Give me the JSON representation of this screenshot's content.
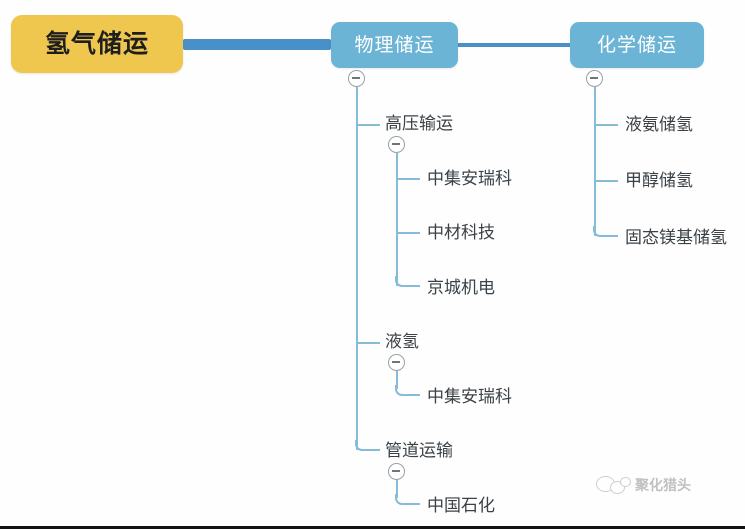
{
  "diagram": {
    "type": "mindmap",
    "orientation": "left-to-right",
    "colors": {
      "root_fill": "#efc74f",
      "root_text": "#1e1e1e",
      "level1_fill": "#6cb4d6",
      "level1_text": "#ffffff",
      "main_connector": "#4a90c8",
      "branch_line": "#85bcd8",
      "leaf_text": "#3a4247",
      "background": "#fefefe"
    },
    "root": {
      "label": "氢气储运"
    },
    "branches": [
      {
        "id": "physical",
        "label": "物理储运",
        "toggle": "collapse-minus",
        "children": [
          {
            "label": "高压输运",
            "toggle": "collapse-minus",
            "children": [
              {
                "label": "中集安瑞科"
              },
              {
                "label": "中材科技"
              },
              {
                "label": "京城机电"
              }
            ]
          },
          {
            "label": "液氢",
            "toggle": "collapse-minus",
            "children": [
              {
                "label": "中集安瑞科"
              }
            ]
          },
          {
            "label": "管道运输",
            "toggle": "collapse-minus",
            "children": [
              {
                "label": "中国石化"
              }
            ]
          }
        ]
      },
      {
        "id": "chemical",
        "label": "化学储运",
        "toggle": "collapse-minus",
        "children": [
          {
            "label": "液氨储氢"
          },
          {
            "label": "甲醇储氢"
          },
          {
            "label": "固态镁基储氢"
          }
        ]
      }
    ]
  },
  "watermark": {
    "text": "聚化猎头",
    "icon": "wechat-bubbles-icon"
  }
}
